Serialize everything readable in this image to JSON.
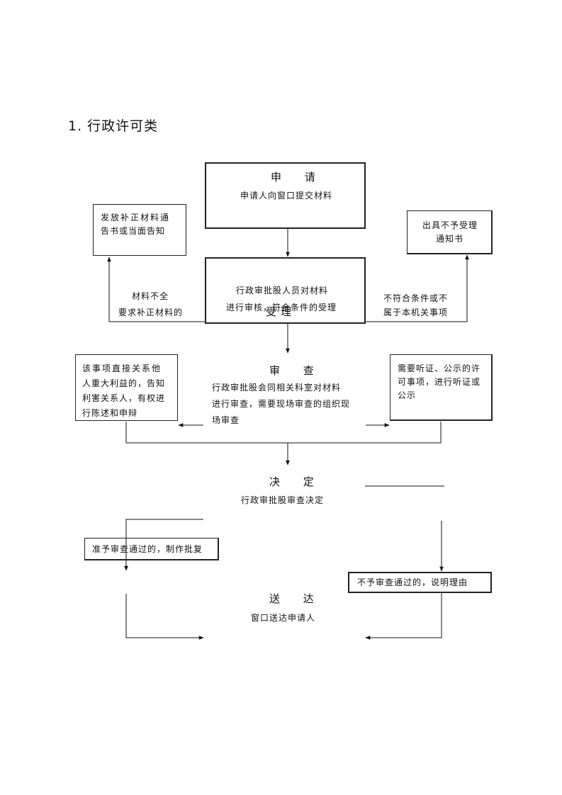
{
  "heading": "1. 行政许可类",
  "apply": {
    "title": "申 请",
    "desc": "申请人向窗口提交材料"
  },
  "left_notice_box": [
    "发放补正材料通",
    "告书或当面告知"
  ],
  "right_notice_box": [
    "出具不予受理",
    "通知书"
  ],
  "accept": {
    "line1": "行政审批股人员对材料",
    "line2": "进行审核，符合条件的受理",
    "overlay": "受理"
  },
  "left_branch_label": [
    "材料不全",
    "要求补正材料的"
  ],
  "right_branch_label": [
    "不符合条件或不",
    "属于本机关事项"
  ],
  "review": {
    "title": "审 查",
    "desc": [
      "行政审批股会同相关科室对材料",
      "进行审查，需要现场审查的组织现",
      "场审查"
    ]
  },
  "stakeholder_box": [
    "该事项直接关系他",
    "人重大利益的，告知",
    "利害关系人，有权进",
    "行陈述和申辩"
  ],
  "hearing_box": [
    "需要听证、公示的许",
    "可事项，进行听证或",
    "公示"
  ],
  "decision": {
    "title": "决 定",
    "desc": "行政审批股审查决定"
  },
  "approve_box": "准予审查通过的，制作批复",
  "reject_box": "不予审查通过的，说明理由",
  "delivery": {
    "title": "送 达",
    "desc": "窗口送达申请人"
  }
}
